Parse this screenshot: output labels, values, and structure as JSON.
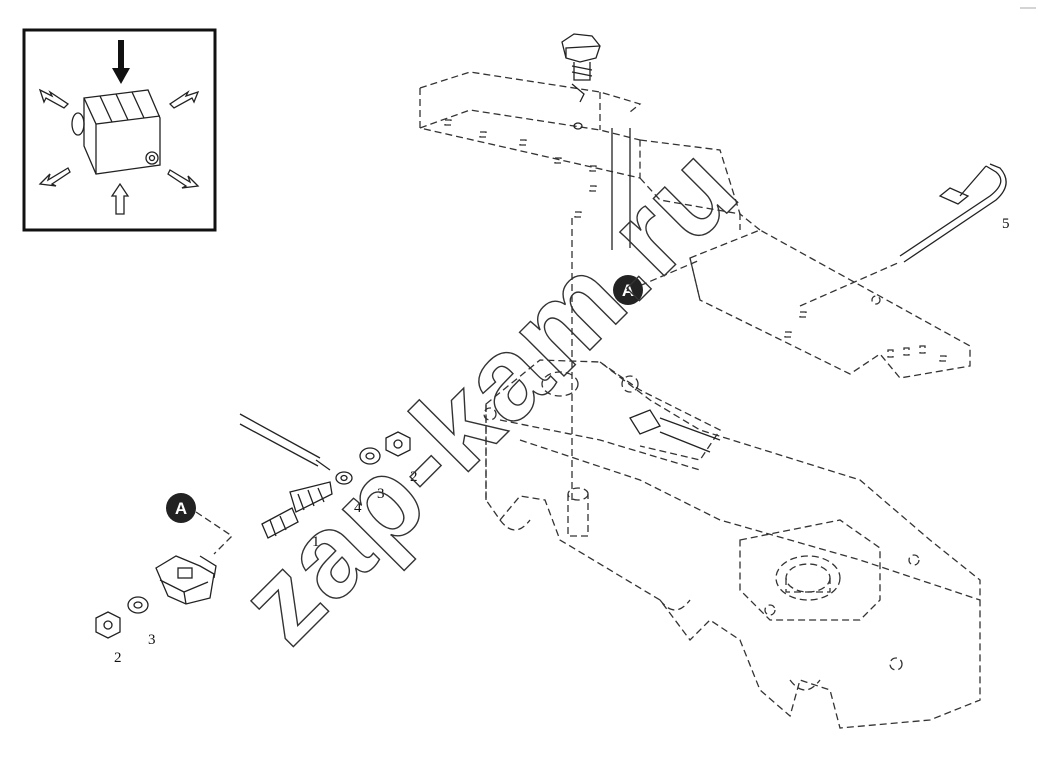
{
  "callouts": {
    "a_top": "A",
    "a_left": "A"
  },
  "part_numbers": {
    "p1": "1",
    "p2_right": "2",
    "p3_right": "3",
    "p4": "4",
    "p5": "5",
    "p2_left": "2",
    "p3_left": "3"
  },
  "watermark": {
    "text": "zap-kam.ru"
  },
  "colors": {
    "line": "#222222",
    "callout_fill": "#222222",
    "background": "#ffffff"
  },
  "icons": {
    "inset_arrow": "arrow-down-icon"
  }
}
